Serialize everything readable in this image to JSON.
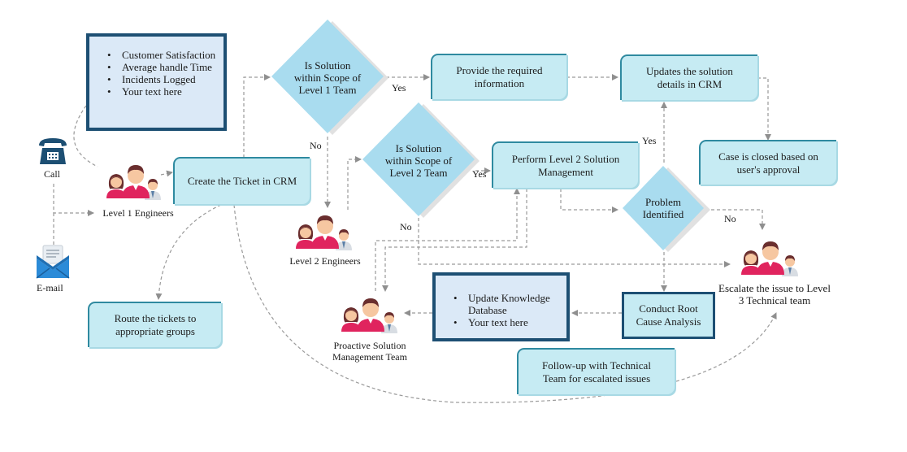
{
  "sources": {
    "call": "Call",
    "email": "E-mail"
  },
  "metrics_panel": {
    "items": [
      "Customer Satisfaction",
      "Average handle Time",
      "Incidents Logged",
      "Your text here"
    ]
  },
  "knowledge_panel": {
    "items": [
      "Update Knowledge Database",
      "Your text here"
    ]
  },
  "boxes": {
    "create_ticket": "Create the Ticket in CRM",
    "route_tickets_1": "Route the tickets to",
    "route_tickets_2": "appropriate groups",
    "provide_info_1": "Provide the required",
    "provide_info_2": "information",
    "update_crm_1": "Updates the solution",
    "update_crm_2": "details in CRM",
    "case_closed_1": "Case is closed based on",
    "case_closed_2": "user's approval",
    "perform_l2_1": "Perform Level 2 Solution",
    "perform_l2_2": "Management",
    "root_cause_1": "Conduct Root",
    "root_cause_2": "Cause Analysis",
    "follow_up_1": "Follow-up  with Technical",
    "follow_up_2": "Team for escalated issues"
  },
  "decisions": {
    "scope_l1": [
      "Is Solution",
      "within Scope of",
      "Level 1 Team"
    ],
    "scope_l2": [
      "Is Solution",
      "within Scope of",
      "Level 2 Team"
    ],
    "problem": [
      "Problem",
      "Identified"
    ]
  },
  "groups": {
    "level1": "Level 1 Engineers",
    "level2": "Level 2 Engineers",
    "proactive": [
      "Proactive Solution",
      "Management Team"
    ],
    "escalate": [
      "Escalate the issue to Level",
      "3 Technical team"
    ]
  },
  "edge_labels": {
    "l1_yes": "Yes",
    "l1_no": "No",
    "l2_yes": "Yes",
    "l2_no": "No",
    "problem_yes": "Yes",
    "problem_no": "No"
  },
  "colors": {
    "tile_fill": "#c6ebf3",
    "tile_border": "#2f8aa0",
    "panel_fill": "#dbe9f7",
    "panel_border": "#1d4f73",
    "diamond_fill": "#a9dcef",
    "connector": "#9a9a9a",
    "phone": "#1d4f73",
    "mail": "#2b8bd8",
    "shirt": "#e0245e",
    "skin": "#f6c7a1",
    "hair": "#6a2e2e"
  }
}
